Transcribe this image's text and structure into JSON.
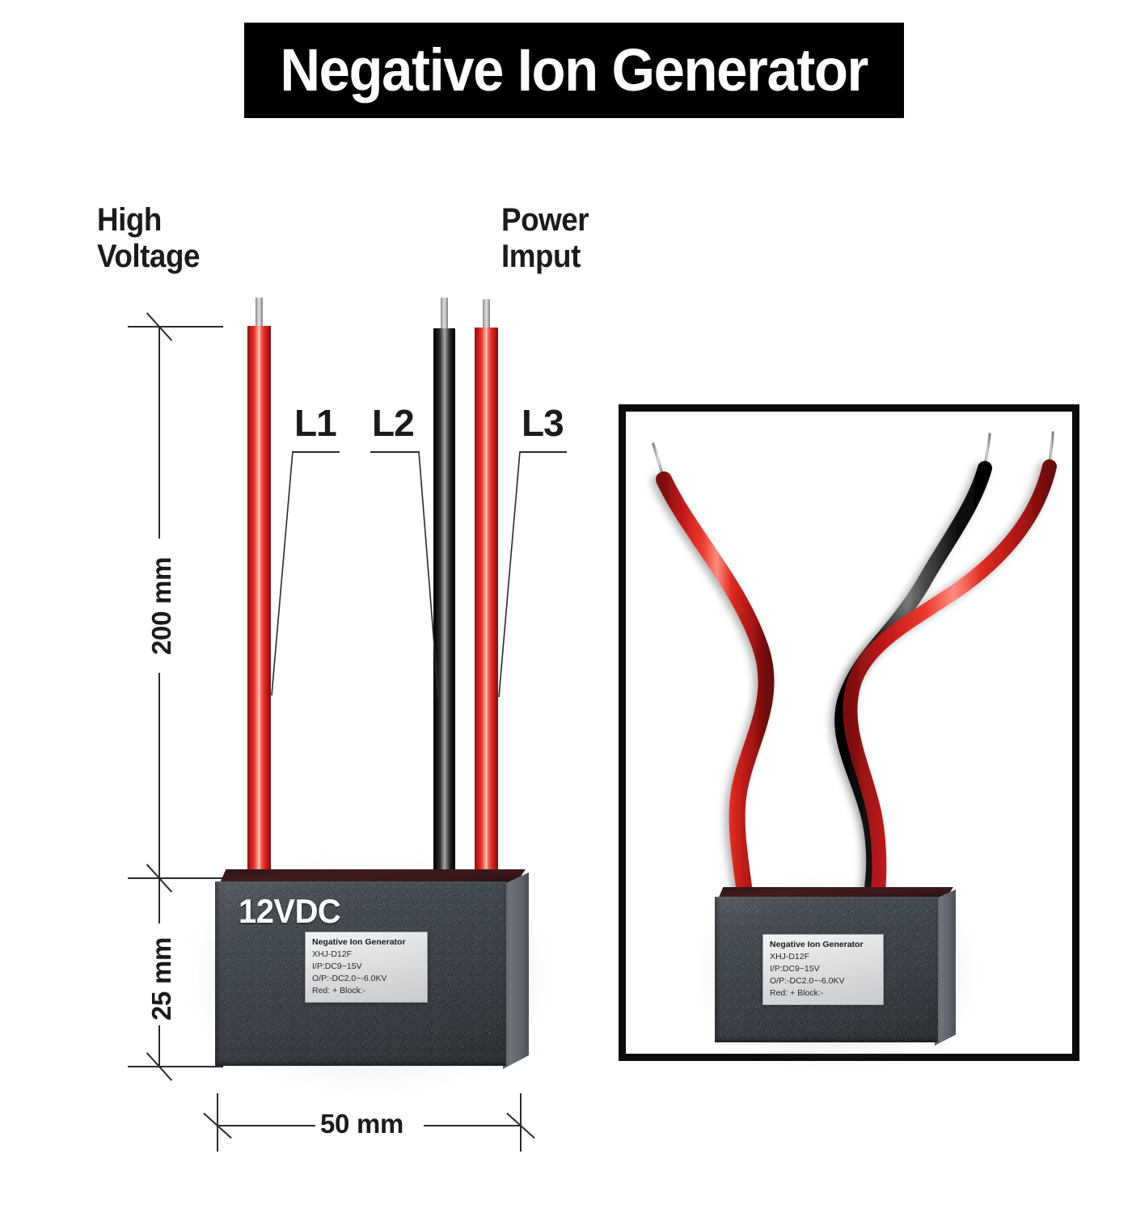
{
  "banner": {
    "title": "Negative Ion Generator"
  },
  "headings": {
    "high_voltage": "High\nVoltage",
    "high_voltage_line1": "High",
    "high_voltage_line2": "Voltage",
    "power_input": "Power\nImput",
    "power_input_line1": "Power",
    "power_input_line2": "Imput"
  },
  "dimensions": {
    "wire_length": "200 mm",
    "device_height": "25 mm",
    "device_width": "50 mm"
  },
  "callouts": [
    {
      "id": "L1",
      "label": "L1",
      "wire_color": "red",
      "function": "high-voltage-output"
    },
    {
      "id": "L2",
      "label": "L2",
      "wire_color": "black",
      "function": "power-input-negative"
    },
    {
      "id": "L3",
      "label": "L3",
      "wire_color": "red",
      "function": "power-input-positive"
    }
  ],
  "device": {
    "voltage_marking": "12VDC",
    "spec_label": {
      "title": "Negative Ion Generator",
      "model": "XHJ-D12F",
      "input": "I/P:DC9~15V",
      "output": "O/P:-DC2.0~-6.0KV",
      "polarity": "Red: +   Block:-"
    }
  },
  "inset": {
    "spec_label": {
      "title": "Negative Ion Generator",
      "model": "XHJ-D12F",
      "input": "I/P:DC9~15V",
      "output": "O/P:-DC2.0~-6.0KV",
      "polarity": "Red: +   Block:-"
    }
  },
  "colors": {
    "banner_background": "#000000",
    "banner_text": "#ffffff",
    "wire_red": "#e63027",
    "wire_black": "#141414",
    "wire_tip_metal": "#c5c5c5",
    "device_body": "#3a424a",
    "device_top": "#431d1c",
    "device_side": "#6d7378",
    "dimension_line": "#2b2b2b",
    "text_dark": "#1b1b1b",
    "inset_border": "#0b0b0b",
    "page_background": "#ffffff"
  }
}
